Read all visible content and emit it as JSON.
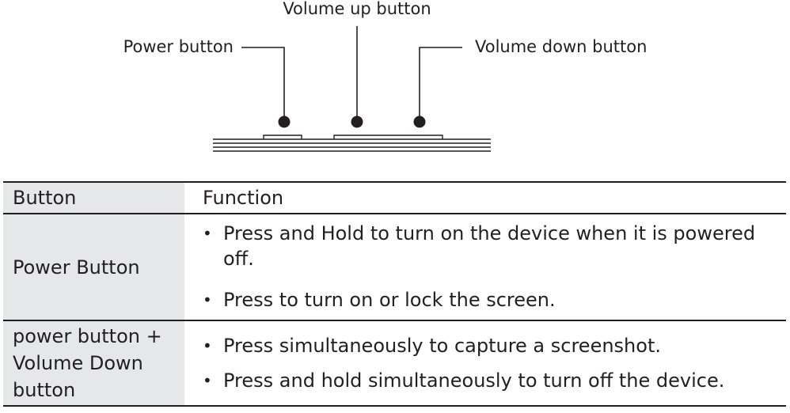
{
  "diagram": {
    "labels": {
      "power": "Power button",
      "volume_up": "Volume up button",
      "volume_down": "Volume down button"
    }
  },
  "table": {
    "headers": {
      "button": "Button",
      "function": "Function"
    },
    "rows": [
      {
        "button": "Power Button",
        "functions": [
          "Press and Hold to turn on the device when it is powered off.",
          "Press to turn on or lock the screen."
        ]
      },
      {
        "button": "power button + Volume Down button",
        "functions": [
          "Press simultaneously to capture a screenshot.",
          "Press and hold simultaneously to turn off the device."
        ]
      }
    ]
  },
  "colors": {
    "text": "#231f20",
    "cell_shade": "#e6e7e8"
  }
}
